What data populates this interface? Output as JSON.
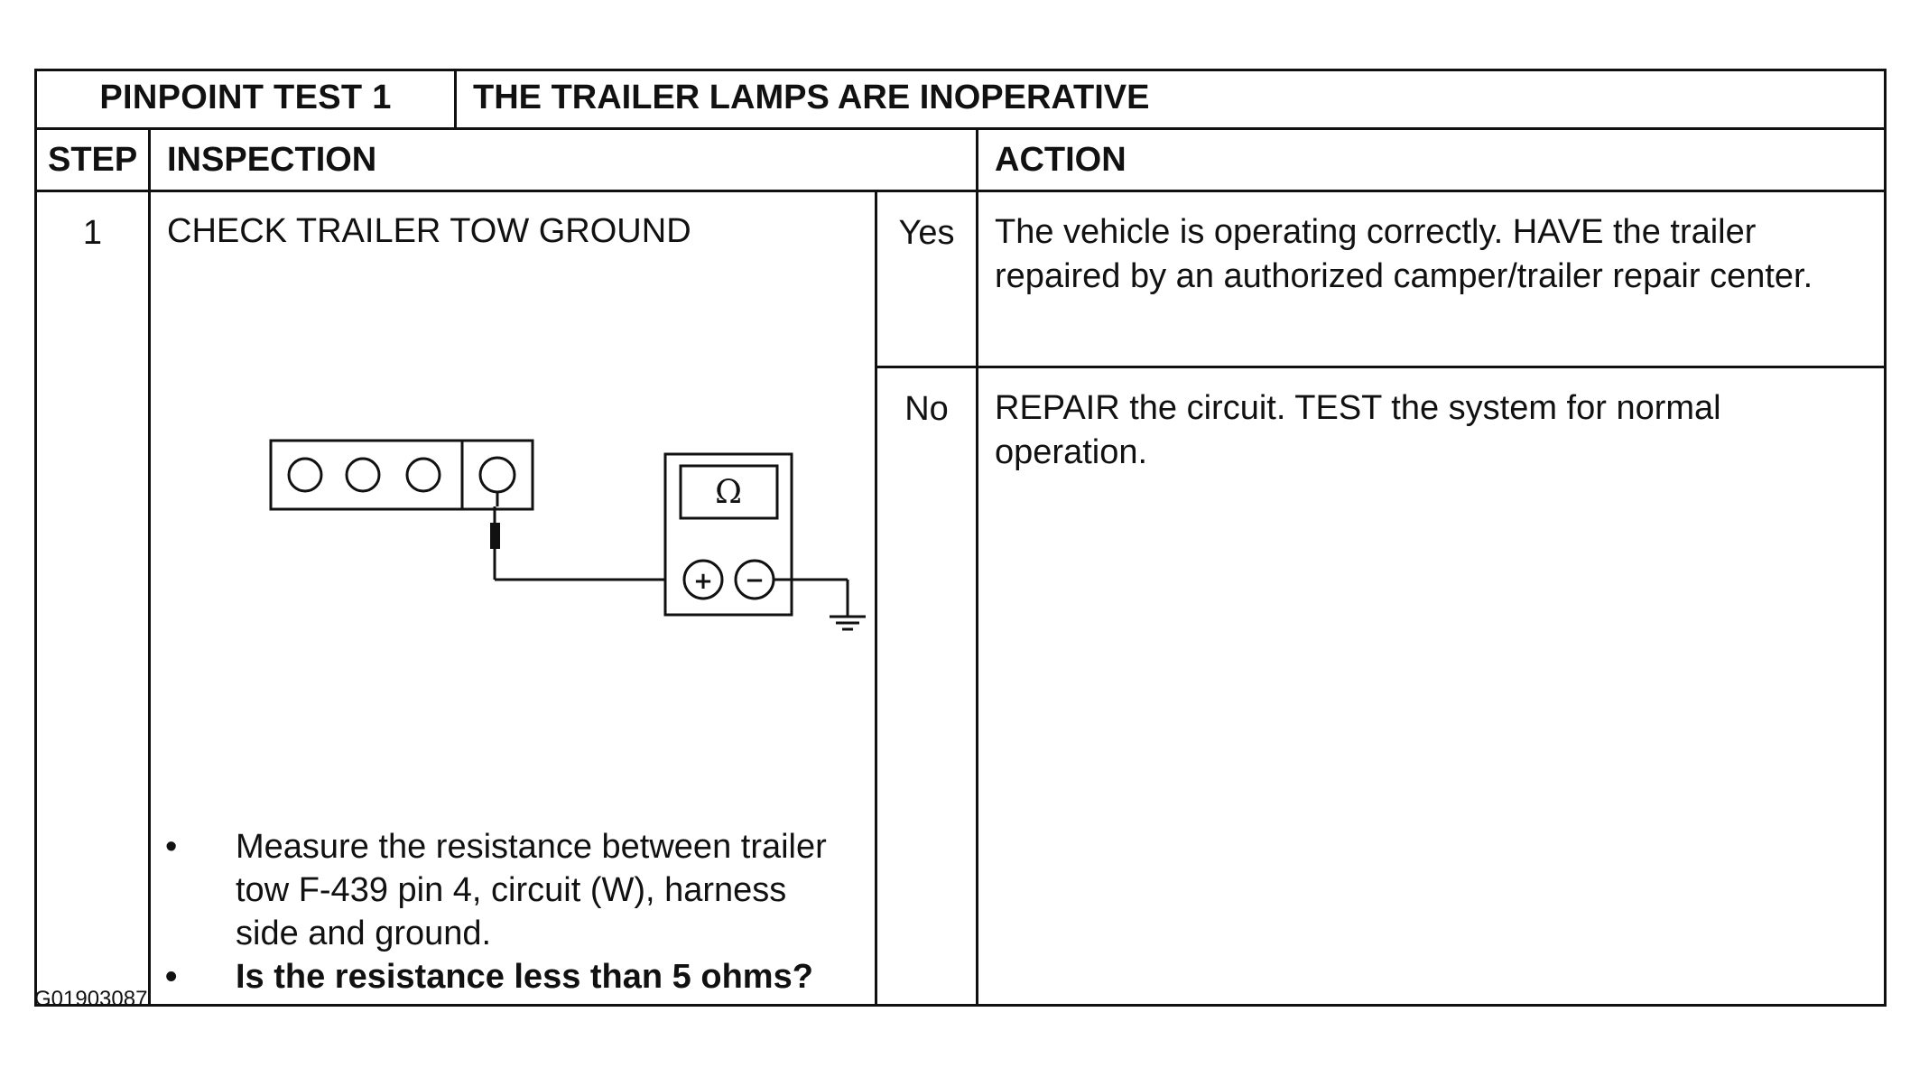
{
  "header": {
    "test_id": "PINPOINT TEST 1",
    "test_title": "THE TRAILER LAMPS ARE INOPERATIVE"
  },
  "columns": {
    "step": "STEP",
    "inspection": "INSPECTION",
    "action": "ACTION"
  },
  "step": {
    "number": "1",
    "inspection_title": "CHECK TRAILER TOW GROUND",
    "meter_symbol": "Ω",
    "plus_symbol": "+",
    "minus_symbol": "−",
    "bullets": [
      "Measure the resistance between trailer tow F-439 pin 4, circuit (W), harness side and ground.",
      "Is the resistance less than 5 ohms?"
    ],
    "bullet_glyph": "•",
    "yes_label": "Yes",
    "yes_action": "The vehicle is operating correctly.  HAVE the trailer repaired by an authorized camper/trailer repair center.",
    "no_label": "No",
    "no_action": "REPAIR the circuit.  TEST the system for normal operation."
  },
  "figure_code": "G01903087"
}
